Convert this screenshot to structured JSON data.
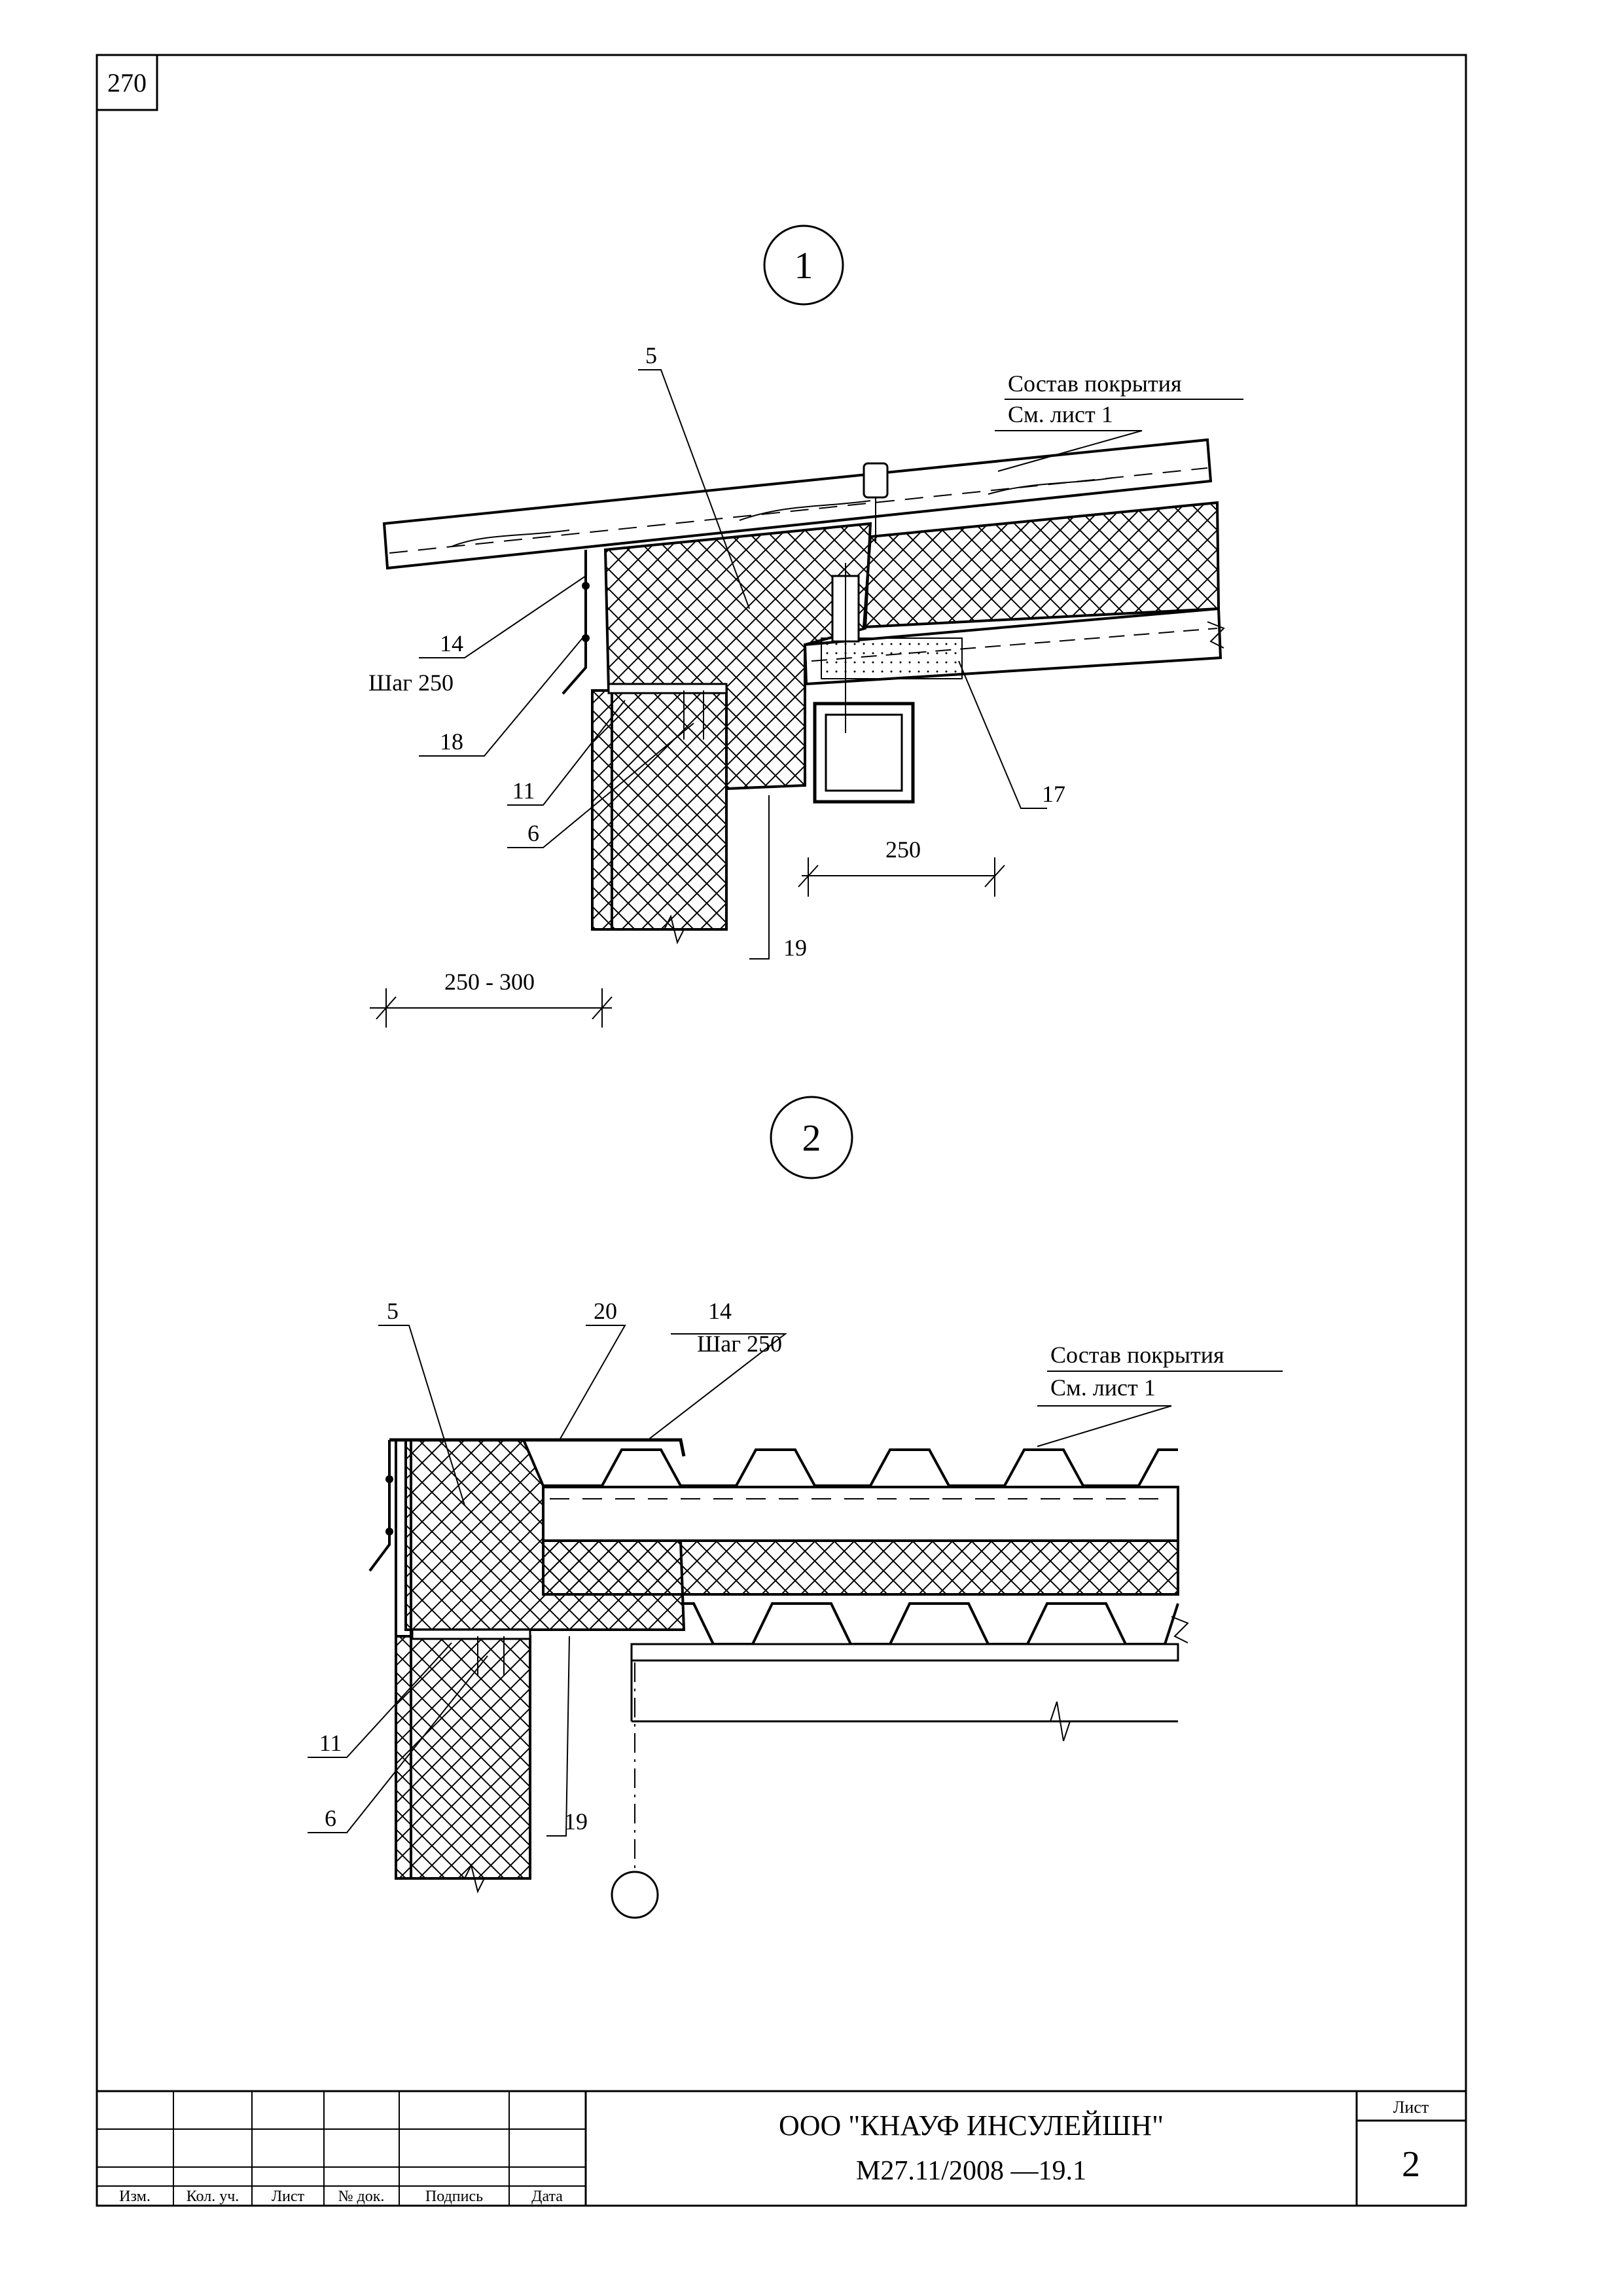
{
  "sheet": {
    "page_number": "270"
  },
  "detail1": {
    "number": "1",
    "roof_label_line1": "Состав покрытия",
    "roof_label_line2": "См. лист 1",
    "callouts": {
      "c5": "5",
      "c14": "14",
      "step": "Шаг 250",
      "c18": "18",
      "c11": "11",
      "c6": "6",
      "c17": "17",
      "c19": "19"
    },
    "dims": {
      "d250": "250",
      "d250_300": "250 - 300"
    }
  },
  "detail2": {
    "number": "2",
    "roof_label_line1": "Состав покрытия",
    "roof_label_line2": "См. лист 1",
    "callouts": {
      "c5": "5",
      "c20": "20",
      "c14": "14",
      "step": "Шаг 250",
      "c11": "11",
      "c6": "6",
      "c19": "19"
    }
  },
  "title_block": {
    "headers": {
      "izm": "Изм.",
      "kol": "Кол. уч.",
      "list": "Лист",
      "ndoc": "№ док.",
      "podpis": "Подпись",
      "data": "Дата"
    },
    "company": "ООО \"КНАУФ ИНСУЛЕЙШН\"",
    "doc_code": "М27.11/2008 —19.1",
    "sheet_label": "Лист",
    "sheet_number": "2"
  }
}
